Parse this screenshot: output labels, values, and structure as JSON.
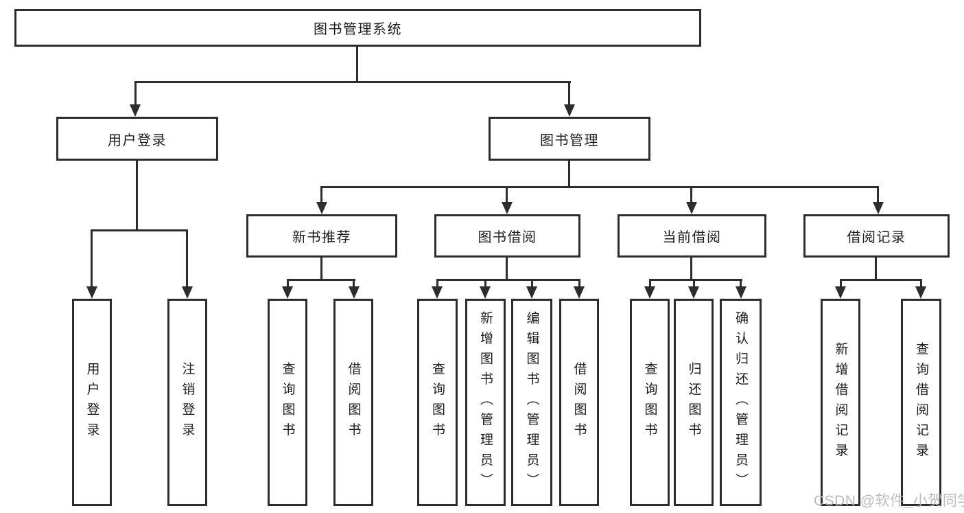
{
  "colors": {
    "line": "#2d2d2d",
    "text": "#1c1c1c",
    "watermark": "#b4b4b4",
    "background": "#ffffff"
  },
  "tree": {
    "root": {
      "label": "图书管理系统",
      "children": [
        {
          "label": "用户登录",
          "children": [
            {
              "label": "用户登录"
            },
            {
              "label": "注销登录"
            }
          ]
        },
        {
          "label": "图书管理",
          "children": [
            {
              "label": "新书推荐",
              "children": [
                {
                  "label": "查询图书"
                },
                {
                  "label": "借阅图书"
                }
              ]
            },
            {
              "label": "图书借阅",
              "children": [
                {
                  "label": "查询图书"
                },
                {
                  "label": "新增图书（管理员）"
                },
                {
                  "label": "编辑图书（管理员）"
                },
                {
                  "label": "借阅图书"
                }
              ]
            },
            {
              "label": "当前借阅",
              "children": [
                {
                  "label": "查询图书"
                },
                {
                  "label": "归还图书"
                },
                {
                  "label": "确认归还（管理员）"
                }
              ]
            },
            {
              "label": "借阅记录",
              "children": [
                {
                  "label": "新增借阅记录"
                },
                {
                  "label": "查询借阅记录"
                }
              ]
            }
          ]
        }
      ]
    }
  },
  "watermark": {
    "text": "CSDN @软件_小贺同学"
  }
}
